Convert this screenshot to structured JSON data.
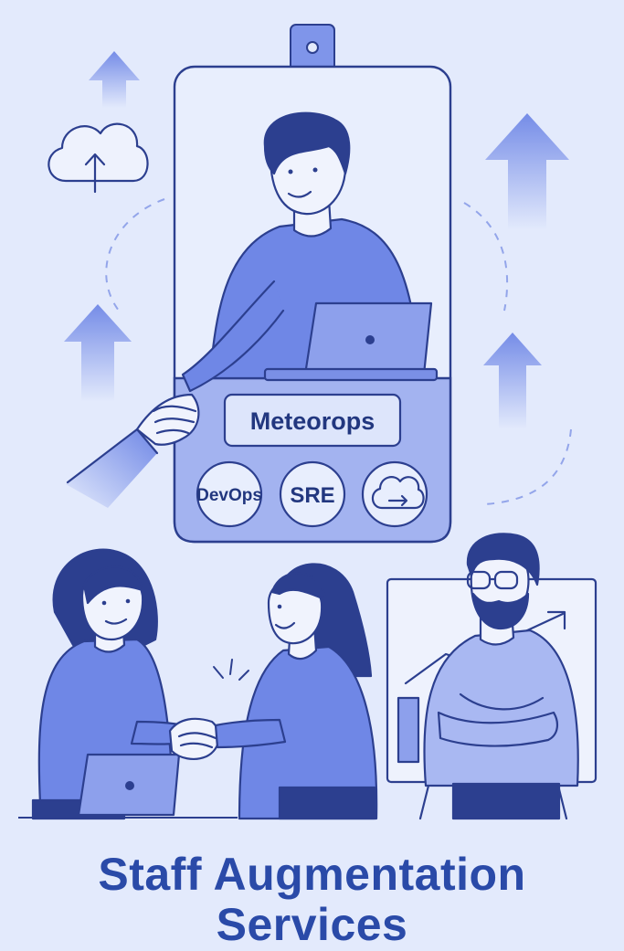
{
  "badge": {
    "company": "Meteorops"
  },
  "skills": [
    {
      "label": "DevOps"
    },
    {
      "label": "SRE"
    },
    {
      "label": "",
      "icon": "cloud-sync-icon"
    }
  ],
  "title": {
    "line1": "Staff Augmentation",
    "line2": "Services"
  },
  "colors": {
    "background": "#e3eafc",
    "outline": "#2c3f8f",
    "primary": "#6f87e6",
    "light": "#a9b8f2",
    "title": "#2a4aa8"
  }
}
